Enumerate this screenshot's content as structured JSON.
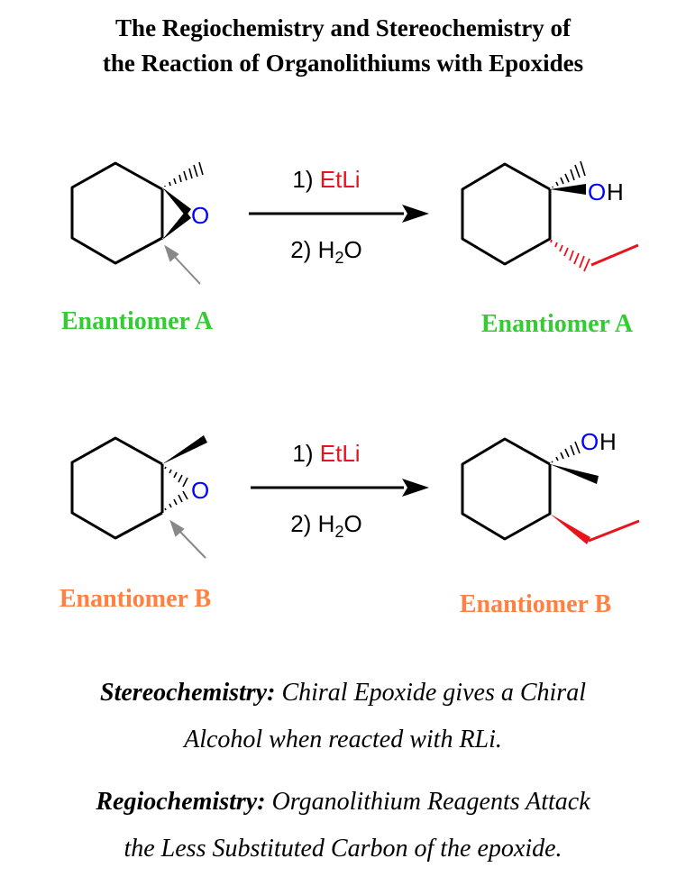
{
  "title": {
    "line1": "The Regiochemistry and Stereochemistry of",
    "line2": "the Reaction of Organolithiums with Epoxides"
  },
  "reaction_a": {
    "reagent1_num": "1)",
    "reagent1": "EtLi",
    "reagent2_num": "2)",
    "reagent2_h": "H",
    "reagent2_sub": "2",
    "reagent2_o": "O",
    "reactant_label": "Enantiomer A",
    "product_label": "Enantiomer A",
    "epoxide_o": "O",
    "product_o": "O",
    "product_h": "H"
  },
  "reaction_b": {
    "reagent1_num": "1)",
    "reagent1": "EtLi",
    "reagent2_num": "2)",
    "reagent2_h": "H",
    "reagent2_sub": "2",
    "reagent2_o": "O",
    "reactant_label": "Enantiomer B",
    "product_label": "Enantiomer B",
    "epoxide_o": "O",
    "product_o": "O",
    "product_h": "H"
  },
  "notes": {
    "stereo_heading": "Stereochemistry:",
    "stereo_line1": "Chiral Epoxide gives a Chiral",
    "stereo_line2": "Alcohol when reacted with RLi.",
    "regio_heading": "Regiochemistry:",
    "regio_line1": "Organolithium Reagents Attack",
    "regio_line2": "the Less Substituted Carbon of the epoxide."
  },
  "colors": {
    "enantiomer_a": "#33cc33",
    "enantiomer_b": "#ff8040",
    "reagent": "#e8141b",
    "oxygen": "#0000ff",
    "new_bond": "#e8141b",
    "attack_arrow": "#888888"
  }
}
